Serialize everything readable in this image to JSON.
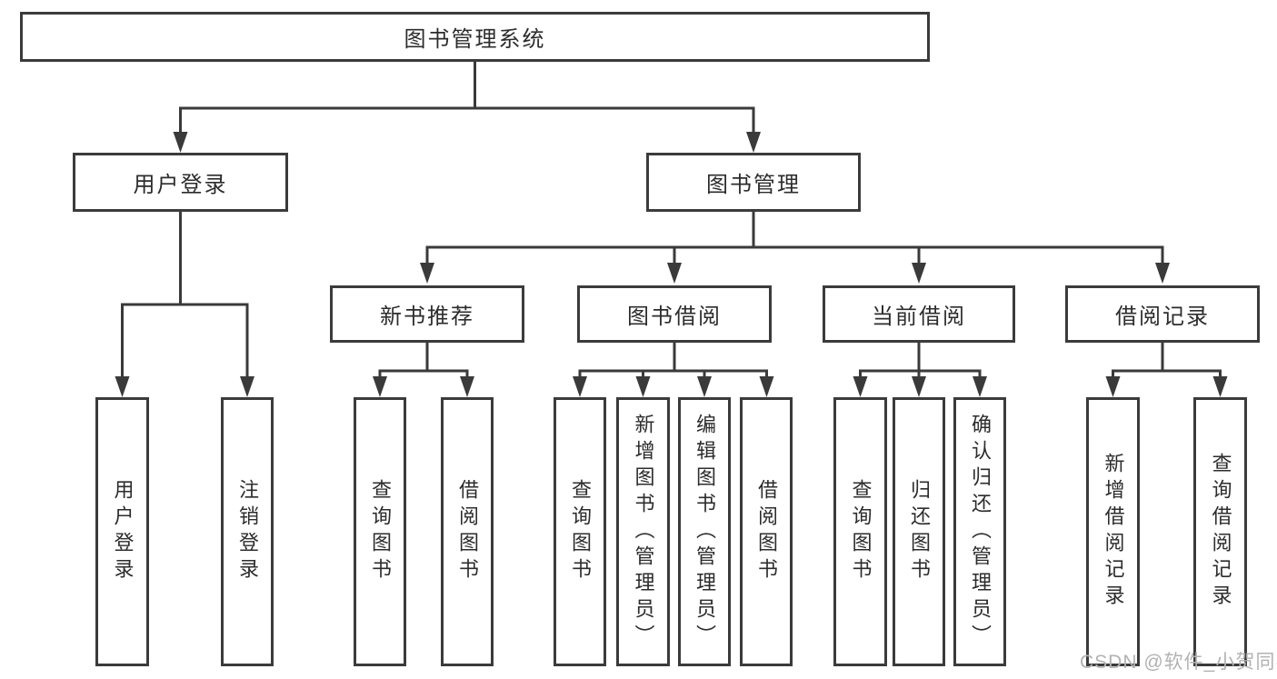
{
  "tree": {
    "root": {
      "label": "图书管理系统"
    },
    "level2": [
      {
        "label": "用户登录",
        "leaves": [
          "用户登录",
          "注销登录"
        ]
      },
      {
        "label": "图书管理"
      }
    ],
    "level3": [
      {
        "label": "新书推荐",
        "leaves": [
          "查询图书",
          "借阅图书"
        ]
      },
      {
        "label": "图书借阅",
        "leaves": [
          "查询图书",
          "新增图书（管理员）",
          "编辑图书（管理员）",
          "借阅图书"
        ]
      },
      {
        "label": "当前借阅",
        "leaves": [
          "查询图书",
          "归还图书",
          "确认归还（管理员）"
        ]
      },
      {
        "label": "借阅记录",
        "leaves": [
          "新增借阅记录",
          "查询借阅记录"
        ]
      }
    ]
  },
  "watermark": "CSDN @软件_小贺同学",
  "colors": {
    "line": "#3a3a3a",
    "box_border": "#3b3b3b",
    "text": "#2c2c2c",
    "watermark_text": "#b2b2b2",
    "background": "#ffffff"
  }
}
